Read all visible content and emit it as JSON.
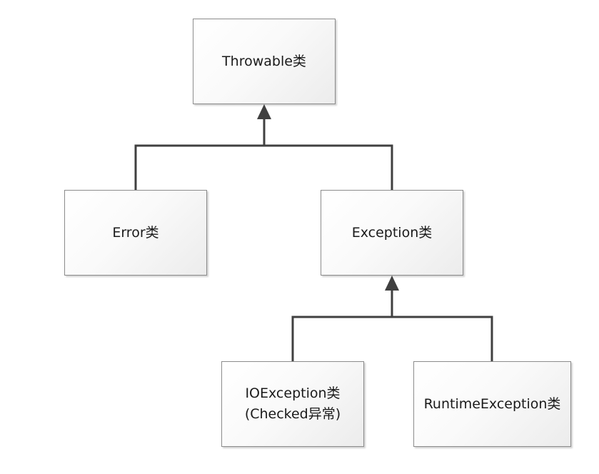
{
  "nodes": {
    "throwable": {
      "lines": [
        "Throwable类"
      ]
    },
    "error": {
      "lines": [
        "Error类"
      ]
    },
    "exception": {
      "lines": [
        "Exception类"
      ]
    },
    "ioexception": {
      "lines": [
        "IOException类",
        "(Checked异常)"
      ]
    },
    "runtimeexception": {
      "lines": [
        "RuntimeException类"
      ]
    }
  },
  "edges": [
    {
      "from": "error",
      "to": "throwable"
    },
    {
      "from": "exception",
      "to": "throwable"
    },
    {
      "from": "ioexception",
      "to": "exception"
    },
    {
      "from": "runtimeexception",
      "to": "exception"
    }
  ],
  "colors": {
    "line": "#404040",
    "box_border": "#8c8c8c"
  }
}
